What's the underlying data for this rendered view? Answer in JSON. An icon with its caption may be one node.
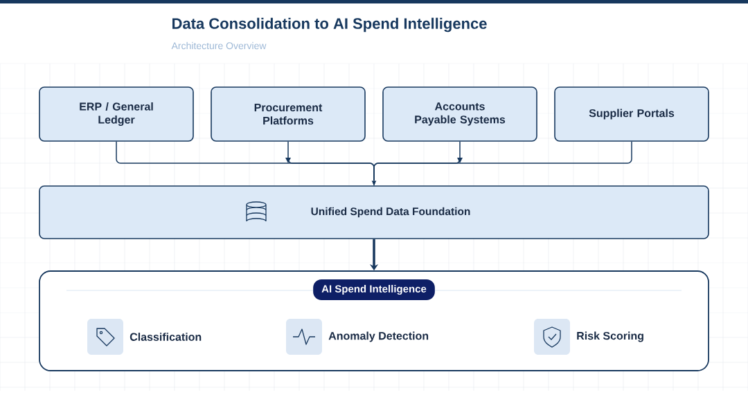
{
  "diagram": {
    "title": "Data Consolidation to AI Spend Intelligence",
    "nodes": [
      {
        "text": [
          "ERP / General Ledger"
        ]
      },
      {
        "text": [
          "Procurement Platforms"
        ]
      },
      {
        "text": [
          "Accounts Payable Systems"
        ]
      },
      {
        "text": [
          "Supplier Portals"
        ]
      },
      {
        "text": [
          "Unified Spend Data Foundation"
        ]
      },
      {
        "text": [
          "AI Spend Intelligence"
        ]
      },
      {
        "text": [
          "Classification"
        ],
        "in": 5
      },
      {
        "text": [
          "Anomaly Detection"
        ],
        "in": 5
      },
      {
        "text": [
          "Risk Scoring"
        ],
        "in": 5
      }
    ],
    "edges": [
      {
        "from": 0,
        "to": 4,
        "arrow": "to"
      },
      {
        "from": 1,
        "to": 4,
        "arrow": "to"
      },
      {
        "from": 2,
        "to": 4,
        "arrow": "to"
      },
      {
        "from": 3,
        "to": 4,
        "arrow": "to"
      },
      {
        "from": 4,
        "to": 5,
        "arrow": "to",
        "style": "thick"
      }
    ],
    "labels": [
      "Architecture Overview"
    ]
  }
}
